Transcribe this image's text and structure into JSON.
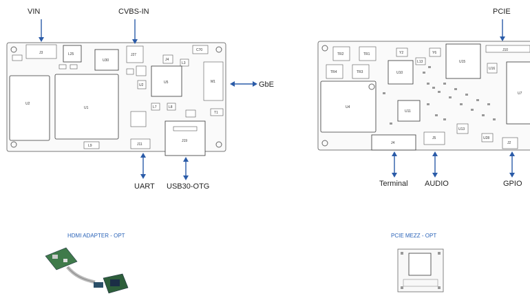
{
  "connectors_left": {
    "vin": "VIN",
    "cvbs_in": "CVBS-IN",
    "gbe": "GbE",
    "uart": "UART",
    "usb30_otg": "USB30-OTG"
  },
  "connectors_right": {
    "pcie": "PCIE",
    "terminal": "Terminal",
    "audio": "AUDIO",
    "gpio": "GPIO"
  },
  "options": {
    "hdmi_adapter": "HDMI ADAPTER - OPT",
    "pcie_mezz": "PCIE MEZZ - OPT"
  },
  "left_board_refs": {
    "j3": "J3",
    "l25": "L25",
    "u30": "U30",
    "j27": "J27",
    "c70": "C70",
    "j4": "J4",
    "l3": "L3",
    "u2": "U2",
    "u1": "U1",
    "u5": "U5",
    "m1": "M1",
    "l7": "L7",
    "l8": "L8",
    "j19": "J19",
    "t1": "T1",
    "j11": "J11",
    "l9": "L9"
  },
  "right_board_refs": {
    "tr2": "TR2",
    "tr1": "TR1",
    "tr4": "TR4",
    "tr3": "TR3",
    "y2": "Y2",
    "y6": "Y6",
    "u10": "U10",
    "u15": "U15",
    "j10": "J10",
    "l13": "L13",
    "u16": "U16",
    "u4": "U4",
    "u11": "U11",
    "u7": "U7",
    "j4": "J4",
    "j5": "J5",
    "u13": "U13",
    "u28": "U28",
    "j2": "J2"
  }
}
